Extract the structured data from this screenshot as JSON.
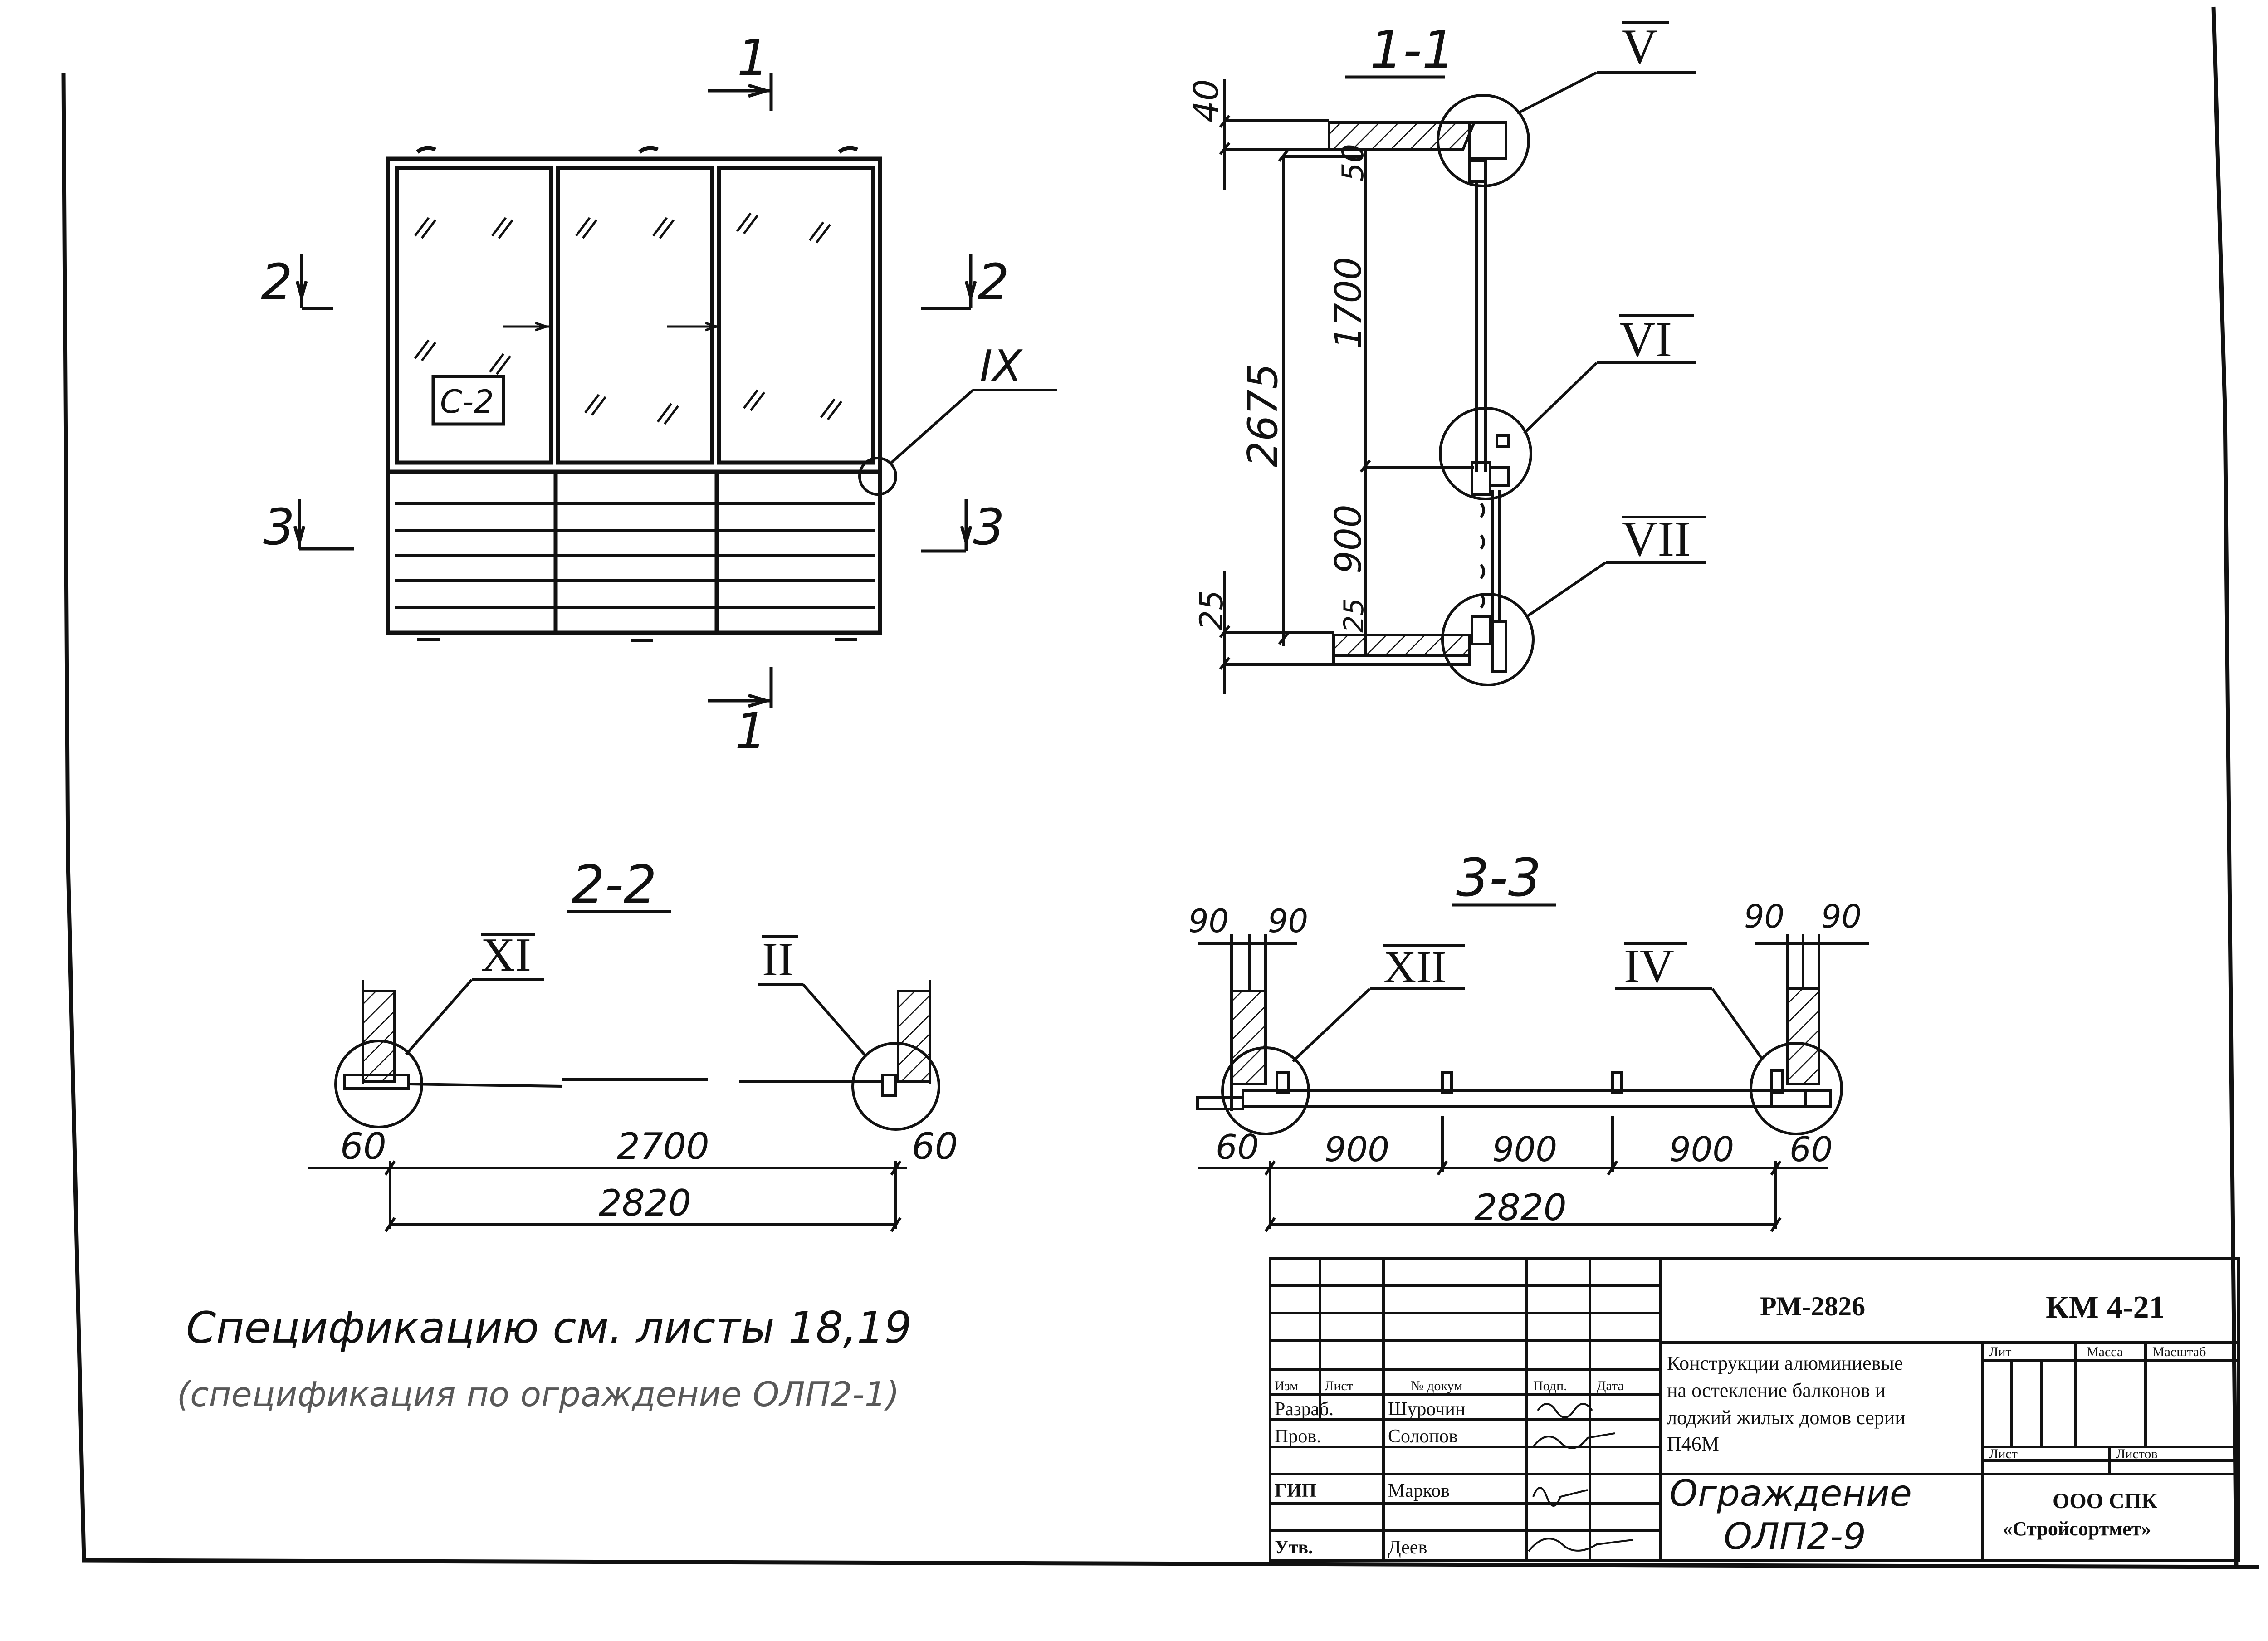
{
  "views": {
    "elevation": {
      "section_1_top": "1",
      "section_1_bottom": "1",
      "section_2_left": "2",
      "section_2_right": "2",
      "section_3_left": "3",
      "section_3_right": "3",
      "panel_mark": "C-2",
      "node_ix": "IX"
    },
    "section_1_1": {
      "title": "1-1",
      "node_v": "V",
      "node_vi": "VI",
      "node_vii": "VII",
      "dim_40": "40",
      "dim_50": "50",
      "dim_1700": "1700",
      "dim_2675": "2675",
      "dim_900": "900",
      "dim_25_left": "25",
      "dim_25_inner": "25"
    },
    "section_2_2": {
      "title": "2-2",
      "node_xi": "XI",
      "node_ii": "II",
      "dim_60_left": "60",
      "dim_2700": "2700",
      "dim_60_right": "60",
      "dim_2820": "2820"
    },
    "section_3_3": {
      "title": "3-3",
      "node_xii": "XII",
      "node_iv": "IV",
      "dim_90_a": "90",
      "dim_90_b": "90",
      "dim_90_c": "90",
      "dim_90_d": "90",
      "dim_60_left": "60",
      "dim_900_a": "900",
      "dim_900_b": "900",
      "dim_900_c": "900",
      "dim_60_right": "60",
      "dim_2820": "2820"
    }
  },
  "notes": {
    "line1": "Спецификацию см. листы 18,19",
    "line2": "(спецификация по ограждение ОЛП2-1)"
  },
  "title_block": {
    "doc_code": "РМ-2826",
    "sheet_code": "КМ 4-21",
    "project_title_l1": "Конструкции алюминиевые",
    "project_title_l2": "на остекление балконов и",
    "project_title_l3": "лоджий жилых домов серии",
    "project_title_l4": "П46М",
    "col_izm": "Изм",
    "col_list": "Лист",
    "col_ndoc": "№ докум",
    "col_podp": "Подп.",
    "col_data": "Дата",
    "role_razrab": "Разраб.",
    "name_razrab": "Шурочин",
    "role_prov": "Пров.",
    "name_prov": "Солопов",
    "role_gip": "ГИП",
    "name_gip": "Марков",
    "role_utv": "Утв.",
    "name_utv": "Деев",
    "hdr_lit": "Лит",
    "hdr_massa": "Масса",
    "hdr_masshtab": "Масштаб",
    "hdr_list": "Лист",
    "hdr_listov": "Листов",
    "drawing_name_l1": "Ограждение",
    "drawing_name_l2": "ОЛП2-9",
    "org_l1": "ООО СПК",
    "org_l2": "«Стройсортмет»"
  }
}
